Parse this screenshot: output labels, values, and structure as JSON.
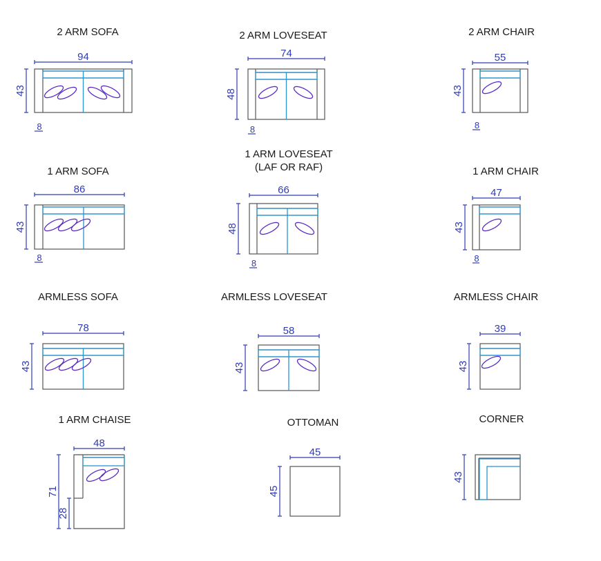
{
  "colors": {
    "outline": "#555555",
    "dimension": "#2f3bb5",
    "cushion": "#2a94cf",
    "pillow": "#5a2bc4"
  },
  "pieces": [
    {
      "id": "2-arm-sofa",
      "title": "2 ARM SOFA",
      "width_label": "94",
      "depth_label": "43",
      "arm_label": "8"
    },
    {
      "id": "2-arm-loveseat",
      "title": "2 ARM LOVESEAT",
      "width_label": "74",
      "depth_label": "48",
      "arm_label": "8"
    },
    {
      "id": "2-arm-chair",
      "title": "2 ARM CHAIR",
      "width_label": "55",
      "depth_label": "43",
      "arm_label": "8"
    },
    {
      "id": "1-arm-sofa",
      "title": "1 ARM SOFA",
      "width_label": "86",
      "depth_label": "43",
      "arm_label": "8"
    },
    {
      "id": "1-arm-loveseat",
      "title": "1 ARM LOVESEAT",
      "subtitle": "(LAF OR RAF)",
      "width_label": "66",
      "depth_label": "48",
      "arm_label": "8"
    },
    {
      "id": "1-arm-chair",
      "title": "1 ARM CHAIR",
      "width_label": "47",
      "depth_label": "43",
      "arm_label": "8"
    },
    {
      "id": "armless-sofa",
      "title": "ARMLESS SOFA",
      "width_label": "78",
      "depth_label": "43"
    },
    {
      "id": "armless-loveseat",
      "title": "ARMLESS LOVESEAT",
      "width_label": "58",
      "depth_label": "43"
    },
    {
      "id": "armless-chair",
      "title": "ARMLESS CHAIR",
      "width_label": "39",
      "depth_label": "43"
    },
    {
      "id": "1-arm-chaise",
      "title": "1 ARM CHAISE",
      "width_label": "48",
      "depth_label": "71",
      "arm_length_label": "28"
    },
    {
      "id": "ottoman",
      "title": "OTTOMAN",
      "width_label": "45",
      "depth_label": "45"
    },
    {
      "id": "corner",
      "title": "CORNER",
      "depth_label": "43"
    }
  ]
}
